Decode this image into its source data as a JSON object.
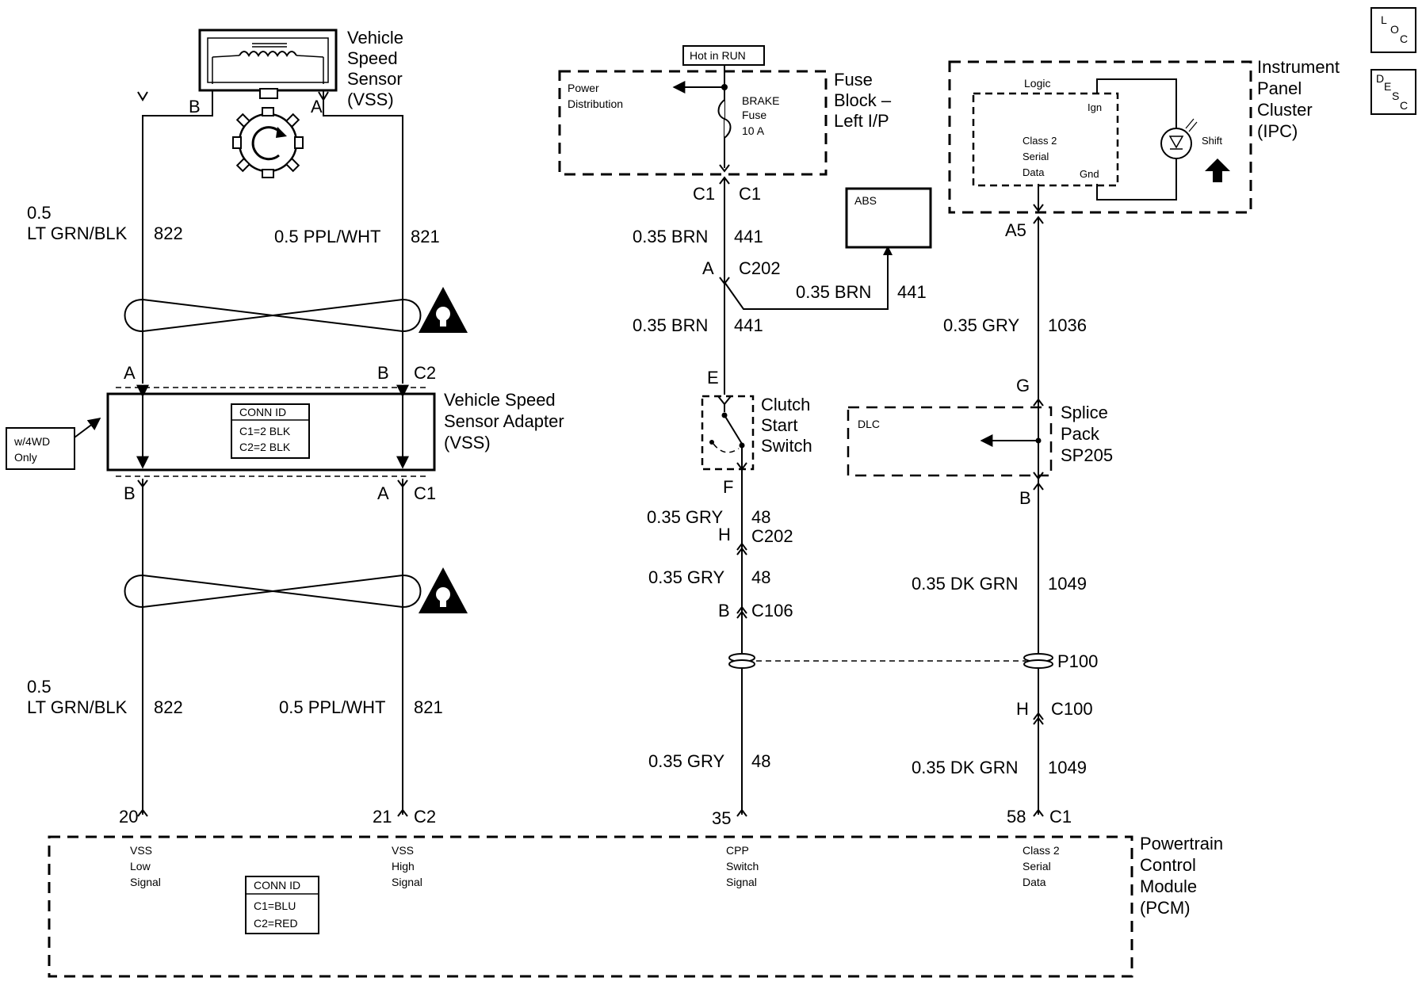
{
  "vss": {
    "name": [
      "Vehicle",
      "Speed",
      "Sensor",
      "(VSS)"
    ],
    "pin_b": "B",
    "pin_a": "A"
  },
  "wires": {
    "left_top": {
      "gauge": "0.5",
      "color": "LT GRN/BLK",
      "circuit": "822"
    },
    "right_top": {
      "label": "0.5 PPL/WHT",
      "circuit": "821"
    },
    "left_bottom": {
      "gauge": "0.5",
      "color": "LT GRN/BLK",
      "circuit": "822"
    },
    "right_bottom": {
      "label": "0.5 PPL/WHT",
      "circuit": "821"
    }
  },
  "adapter": {
    "name": [
      "Vehicle Speed",
      "Sensor Adapter",
      "(VSS)"
    ],
    "conn_id_title": "CONN ID",
    "conn_id_lines": [
      "C1=2 BLK",
      "C2=2 BLK"
    ],
    "top_pin_a": "A",
    "top_pin_b": "B",
    "top_conn": "C2",
    "bottom_pin_b": "B",
    "bottom_pin_a": "A",
    "bottom_conn": "C1",
    "option_note": [
      "w/4WD",
      "Only"
    ]
  },
  "fuse_block": {
    "hot": "Hot in RUN",
    "power_dist": [
      "Power",
      "Distribution"
    ],
    "fuse": [
      "BRAKE",
      "Fuse",
      "10 A"
    ],
    "name": [
      "Fuse",
      "Block –",
      "Left I/P"
    ],
    "conn_left": "C1",
    "conn_right": "C1"
  },
  "center": {
    "w441a": {
      "label": "0.35 BRN",
      "circuit": "441"
    },
    "splice_pin": "A",
    "splice_conn": "C202",
    "abs_branch": {
      "label": "0.35 BRN",
      "circuit": "441"
    },
    "abs": "ABS",
    "w441b": {
      "label": "0.35 BRN",
      "circuit": "441"
    },
    "pin_e": "E",
    "clutch": [
      "Clutch",
      "Start",
      "Switch"
    ],
    "pin_f": "F",
    "w48a": {
      "label": "0.35 GRY",
      "circuit": "48"
    },
    "pin_h": "H",
    "conn_h": "C202",
    "w48b": {
      "label": "0.35 GRY",
      "circuit": "48"
    },
    "pin_b": "B",
    "conn_b": "C106",
    "w48c": {
      "label": "0.35 GRY",
      "circuit": "48"
    },
    "pcm_pin": "35"
  },
  "ipc": {
    "name": [
      "Instrument",
      "Panel",
      "Cluster",
      "(IPC)"
    ],
    "logic": "Logic",
    "ign": "Ign",
    "gnd": "Gnd",
    "serial": [
      "Class 2",
      "Serial",
      "Data"
    ],
    "shift": "Shift",
    "pin": "A5"
  },
  "right": {
    "w1036": {
      "label": "0.35 GRY",
      "circuit": "1036"
    },
    "pin_g": "G",
    "dlc": "DLC",
    "splice": [
      "Splice",
      "Pack",
      "SP205"
    ],
    "pin_b": "B",
    "w1049a": {
      "label": "0.35 DK GRN",
      "circuit": "1049"
    },
    "p100": "P100",
    "pin_h": "H",
    "conn_h": "C100",
    "w1049b": {
      "label": "0.35 DK GRN",
      "circuit": "1049"
    },
    "pcm_pin": "58",
    "pcm_conn": "C1"
  },
  "pcm": {
    "name": [
      "Powertrain",
      "Control",
      "Module",
      "(PCM)"
    ],
    "pin_20": "20",
    "pin_21": "21",
    "conn": "C2",
    "sig_low": [
      "VSS",
      "Low",
      "Signal"
    ],
    "sig_high": [
      "VSS",
      "High",
      "Signal"
    ],
    "sig_cpp": [
      "CPP",
      "Switch",
      "Signal"
    ],
    "sig_serial": [
      "Class 2",
      "Serial",
      "Data"
    ],
    "conn_id_title": "CONN ID",
    "conn_id_lines": [
      "C1=BLU",
      "C2=RED"
    ]
  },
  "corner": {
    "loc": [
      "L",
      "O",
      "C"
    ],
    "desc": [
      "D",
      "E",
      "S",
      "C"
    ]
  }
}
